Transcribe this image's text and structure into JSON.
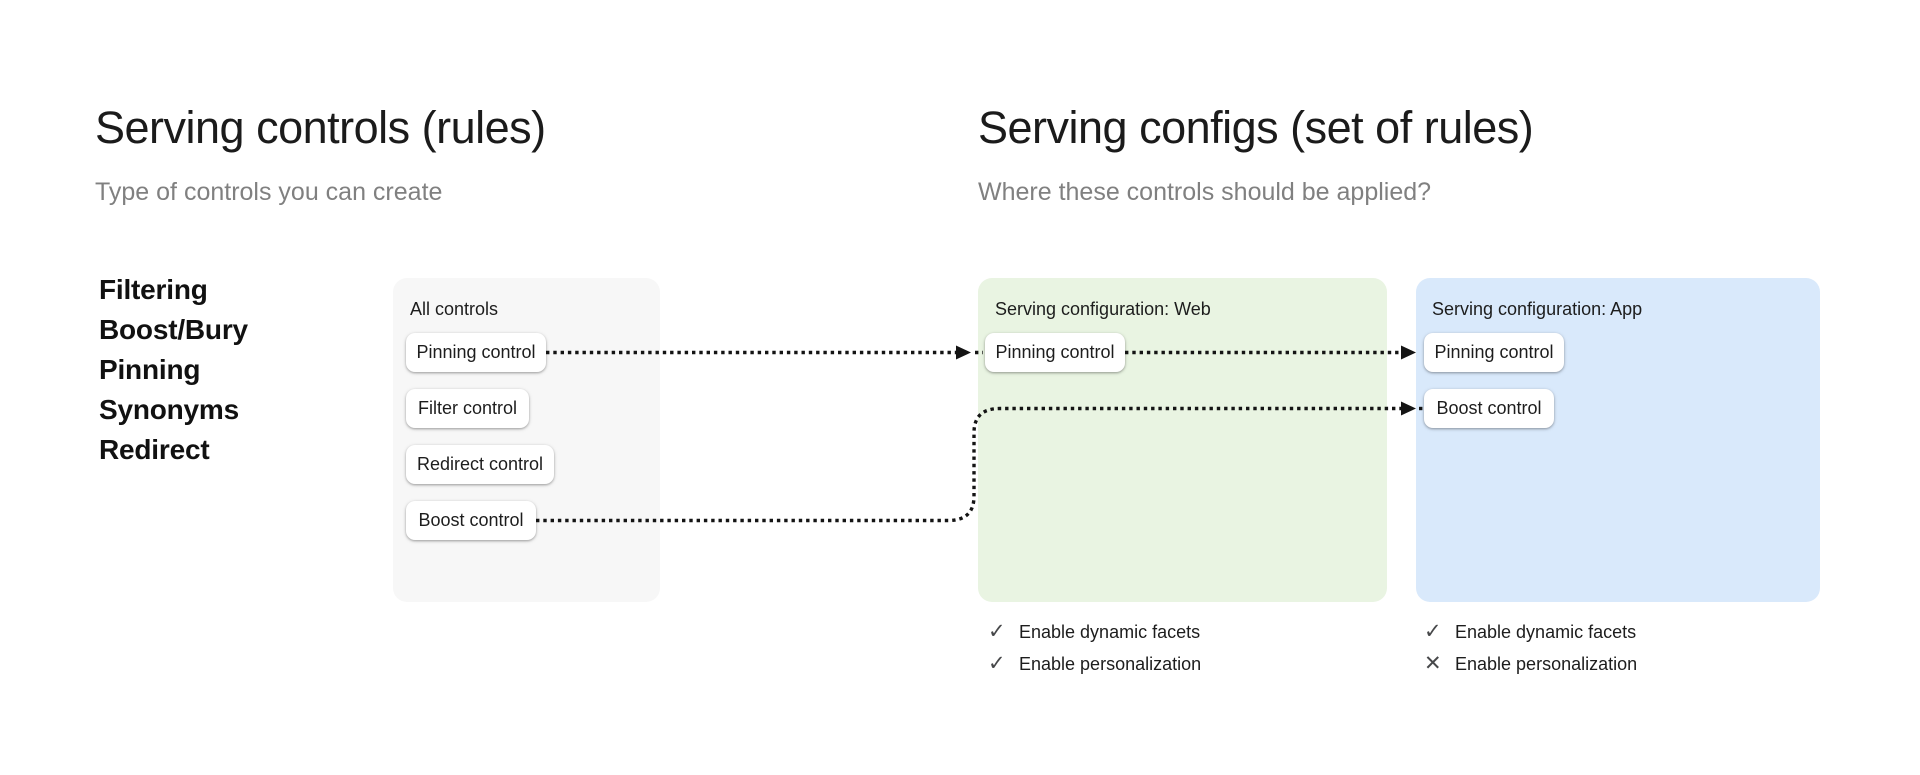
{
  "colors": {
    "page_bg": "#ffffff",
    "title_text": "#1b1b1b",
    "subtitle_text": "#808080",
    "list_text": "#111111",
    "card_label_text": "#1d1d1d",
    "chip_bg": "#ffffff",
    "chip_text": "#1d1d1d",
    "all_controls_card_bg": "#f7f7f7",
    "web_card_bg": "#e9f4e2",
    "app_card_bg": "#d9e9fb",
    "arrow": "#141414",
    "icon": "#47484a"
  },
  "left_section": {
    "title": "Serving controls (rules)",
    "subtitle": "Type of controls you can create",
    "control_types": [
      "Filtering",
      "Boost/Bury",
      "Pinning",
      "Synonyms",
      "Redirect"
    ],
    "all_controls_card": {
      "label": "All controls",
      "controls": [
        "Pinning control",
        "Filter control",
        "Redirect control",
        "Boost control"
      ]
    }
  },
  "right_section": {
    "title": "Serving configs (set of rules)",
    "subtitle": "Where these controls should be applied?",
    "configs": [
      {
        "label": "Serving configuration: Web",
        "controls": [
          "Pinning control"
        ],
        "features": [
          {
            "label": "Enable dynamic facets",
            "enabled": true,
            "icon": "✓"
          },
          {
            "label": "Enable personalization",
            "enabled": true,
            "icon": "✓"
          }
        ]
      },
      {
        "label": "Serving configuration: App",
        "controls": [
          "Pinning control",
          "Boost control"
        ],
        "features": [
          {
            "label": "Enable dynamic facets",
            "enabled": true,
            "icon": "✓"
          },
          {
            "label": "Enable personalization",
            "enabled": false,
            "icon": "✕"
          }
        ]
      }
    ]
  }
}
